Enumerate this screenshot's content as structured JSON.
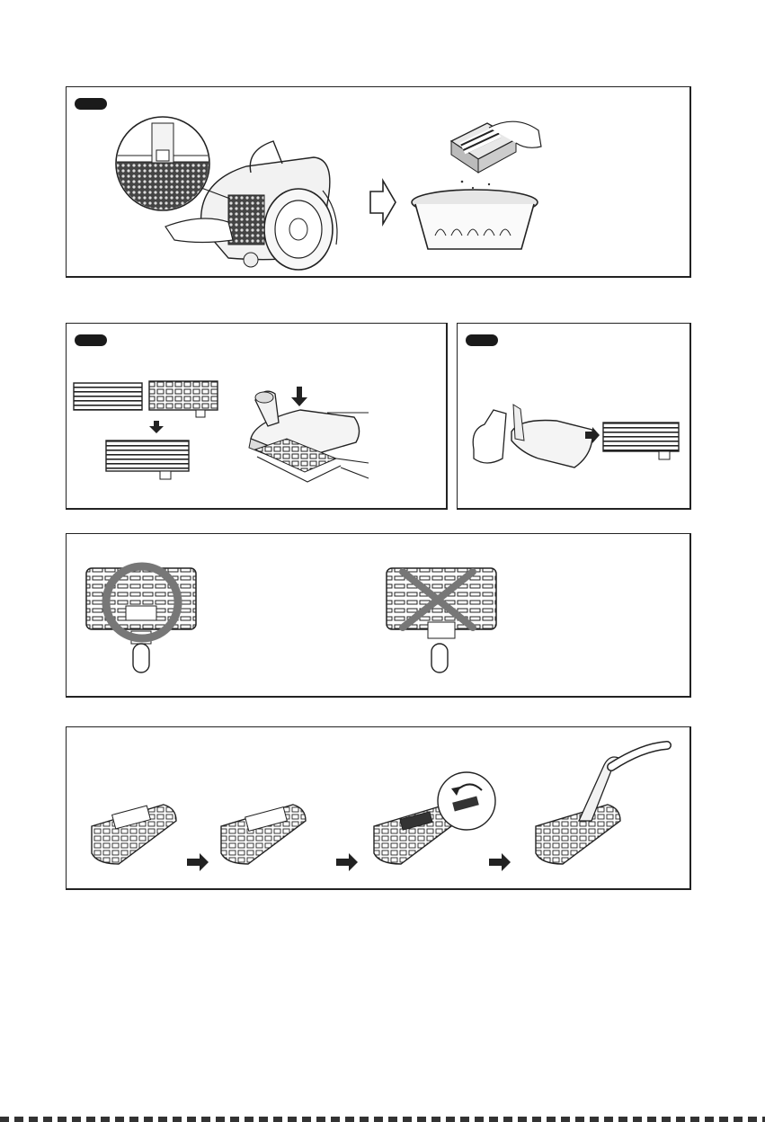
{
  "page": {
    "background": "#ffffff",
    "ink": "#1a1a1a"
  },
  "panels": [
    {
      "id": "filter-emptying",
      "has_badge": true,
      "icons": [
        "vacuum-cleaner-icon",
        "magnifier-circle-icon",
        "outline-arrow-icon",
        "filter-cartridge-icon",
        "trash-bin-icon"
      ]
    },
    {
      "id": "filter-assembly",
      "has_badge": true,
      "icons": [
        "filter-sheet-icon",
        "filter-frame-icon",
        "down-arrow-icon",
        "assembled-filter-icon",
        "floor-nozzle-icon"
      ]
    },
    {
      "id": "filter-removal",
      "has_badge": true,
      "icons": [
        "foot-icon",
        "floor-nozzle-icon",
        "right-arrow-icon",
        "filter-sheet-icon"
      ]
    },
    {
      "id": "orientation-check",
      "has_badge": false,
      "icons": [
        "correct-circle-icon",
        "nozzle-bottom-icon",
        "wrong-cross-icon",
        "nozzle-bottom-icon"
      ]
    },
    {
      "id": "nozzle-cleaning-steps",
      "has_badge": false,
      "icons": [
        "nozzle-icon",
        "right-arrow-icon",
        "nozzle-icon",
        "right-arrow-icon",
        "nozzle-open-icon",
        "right-arrow-icon",
        "nozzle-with-hose-icon"
      ]
    }
  ]
}
